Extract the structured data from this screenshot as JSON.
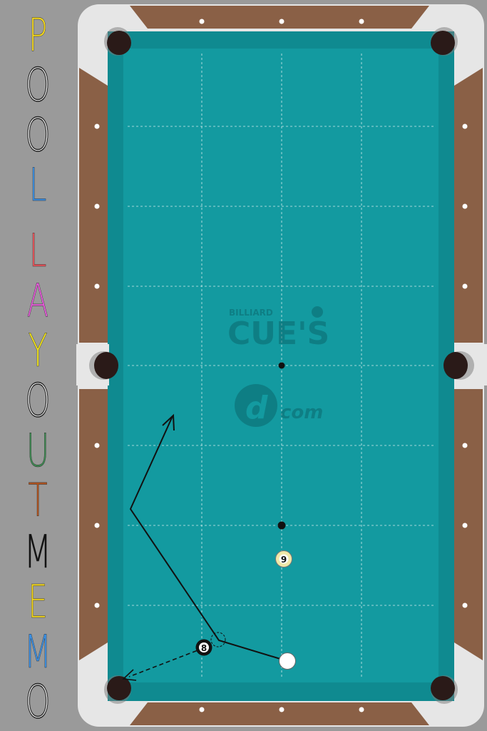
{
  "sidebar": {
    "title_letters": [
      {
        "char": "P",
        "color": "#f4d81e"
      },
      {
        "char": "O",
        "color": "#ffffff"
      },
      {
        "char": "O",
        "color": "#ffffff"
      },
      {
        "char": "L",
        "color": "#3b8ee0"
      },
      {
        "char": "L",
        "color": "#e8545a"
      },
      {
        "char": "A",
        "color": "#e25bd6"
      },
      {
        "char": "Y",
        "color": "#f0e21c"
      },
      {
        "char": "O",
        "color": "#ffffff"
      },
      {
        "char": "U",
        "color": "#3e8a52"
      },
      {
        "char": "T",
        "color": "#b0531e"
      },
      {
        "char": "M",
        "color": "#111111"
      },
      {
        "char": "E",
        "color": "#f4d81e"
      },
      {
        "char": "M",
        "color": "#3b8ee0"
      },
      {
        "char": "O",
        "color": "#ffffff"
      }
    ]
  },
  "table": {
    "colors": {
      "felt": "#139aa0",
      "cushion": "#0f8a90",
      "rail_wood": "#8a6046",
      "corner_plate": "#e6e6e6",
      "pocket": "#2a1a18",
      "grid": "#e6f4f4",
      "diamond": "#ffffff"
    },
    "watermark": {
      "billiard": "BILLIARD",
      "cues": "CUE'S",
      "com": "com"
    },
    "balls": {
      "cue": {
        "label": ""
      },
      "eight": {
        "label": "8"
      },
      "nine": {
        "label": "9"
      }
    },
    "icons": [
      "shot-path-arrow",
      "kick-path-dashed-arrow",
      "ghost-ball-circle"
    ]
  }
}
